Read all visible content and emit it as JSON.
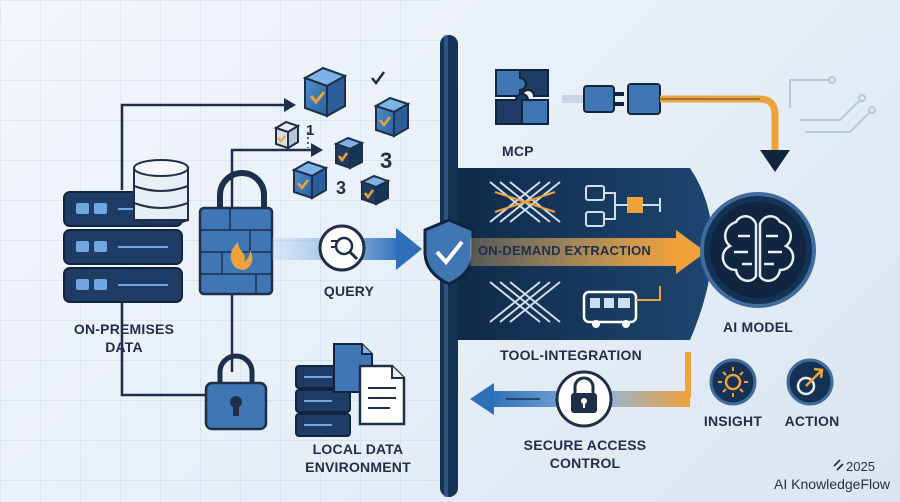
{
  "labels": {
    "on_premises": "ON-PREMISES\nDATA",
    "query": "QUERY",
    "local_data": "LOCAL DATA\nENVIRONMENT",
    "mcp": "MCP",
    "on_demand": "ON-DEMAND EXTRACTION",
    "tool_integration": "TOOL-INTEGRATION",
    "secure_access": "SECURE ACCESS\nCONTROL",
    "ai_model": "AI MODEL",
    "insight": "INSIGHT",
    "action": "ACTION",
    "footer_year": "2025",
    "footer_brand": "AI KnowledgeFlow",
    "num_one": "1",
    "num_three_a": "3",
    "num_three_b": "3"
  },
  "colors": {
    "navy": "#1d2f4a",
    "blue": "#3f77b5",
    "dark_panel": "#163656",
    "orange": "#f0a23a",
    "light_blue": "#4f8fd0"
  }
}
